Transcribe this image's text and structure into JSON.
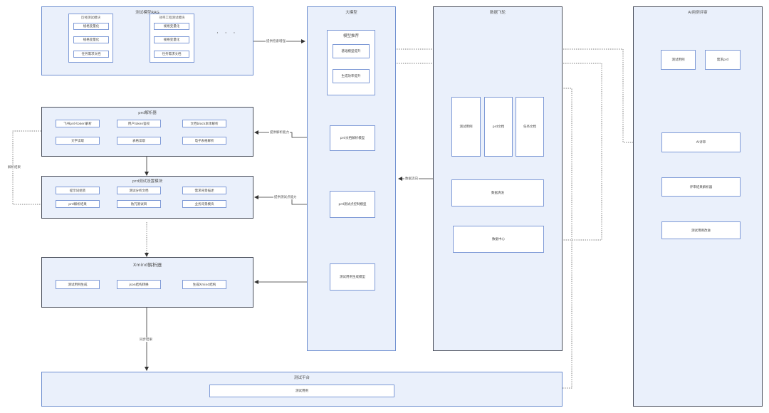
{
  "rag_panel": {
    "title": "测试模型RAG",
    "group1": {
      "title": "历经测试模块",
      "items": [
        "规格变量化",
        "规格变量化",
        "任务需求文档"
      ]
    },
    "group2": {
      "title": "效率工程测试模块",
      "items": [
        "规格变量化",
        "规格变量化",
        "任务需求文档"
      ]
    },
    "ellipsis": "· · ·"
  },
  "prd_parser": {
    "title": "prd解析器",
    "row1": [
      "飞书prd-token解析",
      "用户token鉴权",
      "文档block本体解析"
    ],
    "row2": [
      "文字读取",
      "表格读取",
      "电子表格解析"
    ]
  },
  "prd_tester": {
    "title": "prd测试设置模块",
    "row1": [
      "提示词组装",
      "测试分析文档",
      "需求背景描述"
    ],
    "row2": [
      "prd解析结果",
      "防冗测试目",
      "业务背景模块"
    ]
  },
  "xmind": {
    "title": "Xmind解析器",
    "items": [
      "测试用例生成",
      "json结构转换",
      "生成Xmind结构"
    ]
  },
  "platform": {
    "title": "测试平台",
    "item": "测试用例"
  },
  "llm": {
    "title": "大模型",
    "group_title": "模型推荐",
    "group_items": [
      "基础模型提升",
      "生成效率提升"
    ],
    "boxes": [
      "prd文档解析模型",
      "prd测试点控制模型",
      "测试用例生成模型"
    ]
  },
  "data": {
    "title": "数据飞轮",
    "top": [
      "测试用例",
      "prd文档",
      "任务文档"
    ],
    "clean": "数据清洗",
    "center": "数据中心"
  },
  "ai": {
    "title": "AI用例评审",
    "top": [
      "测试用例",
      "需求prd"
    ],
    "items": [
      "AI评审",
      "评审结果解析器",
      "测试用例改进"
    ]
  },
  "labels": {
    "rag_to_llm": "提供检索增强",
    "parse_ability": "提供解析能力",
    "test_ability": "提供测试点能力",
    "parse_result": "解析结果",
    "sync_result": "同步结果",
    "data_flow": "数据流向"
  }
}
